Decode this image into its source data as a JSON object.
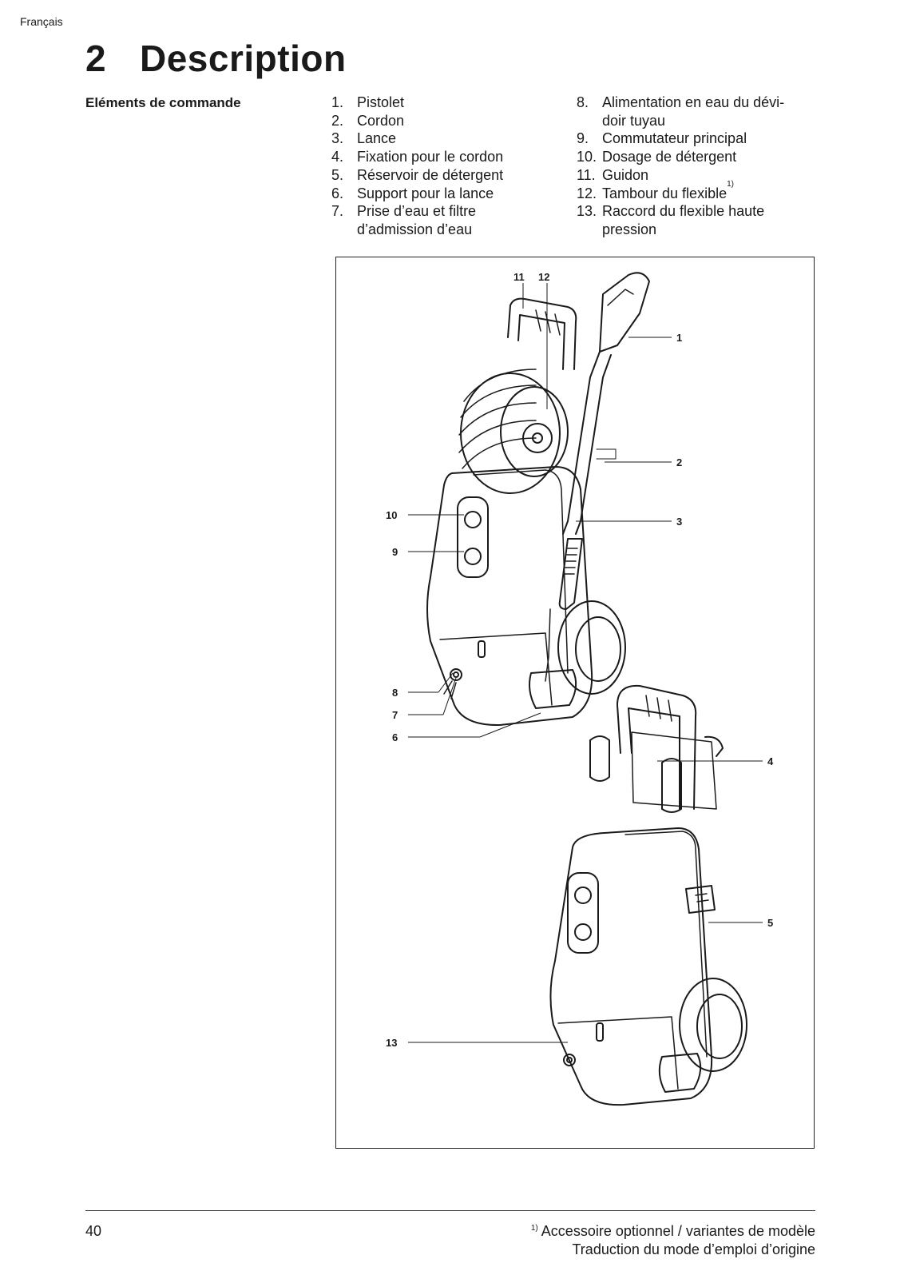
{
  "header": {
    "language": "Français",
    "section_number": "2",
    "section_title": "Description"
  },
  "controls": {
    "label": "Eléments de commande",
    "column1": [
      {
        "n": "1.",
        "text": "Pistolet"
      },
      {
        "n": "2.",
        "text": "Cordon"
      },
      {
        "n": "3.",
        "text": "Lance"
      },
      {
        "n": "4.",
        "text": "Fixation pour le cordon"
      },
      {
        "n": "5.",
        "text": "Réservoir de détergent"
      },
      {
        "n": "6.",
        "text": "Support pour la lance"
      },
      {
        "n": "7.",
        "text": "Prise d’eau et filtre"
      },
      {
        "n": "",
        "text": "d’admission d’eau"
      }
    ],
    "column2": [
      {
        "n": "8.",
        "text": "Alimentation en eau du dévi-"
      },
      {
        "n": "",
        "text": "doir tuyau"
      },
      {
        "n": "9.",
        "text": "Commutateur principal"
      },
      {
        "n": "10.",
        "text": "Dosage de détergent"
      },
      {
        "n": "11.",
        "text": "Guidon"
      },
      {
        "n": "12.",
        "text": "Tambour du flexible",
        "sup": "1)"
      },
      {
        "n": "13.",
        "text": "Raccord du flexible haute"
      },
      {
        "n": "",
        "text": "pression"
      }
    ]
  },
  "figure": {
    "callouts": [
      "11",
      "12",
      "1",
      "2",
      "10",
      "3",
      "9",
      "8",
      "7",
      "6",
      "4",
      "5",
      "13"
    ]
  },
  "footer": {
    "page_number": "40",
    "footnote_mark": "1)",
    "footnote_text": "Accessoire optionnel / variantes de modèle",
    "subtitle": "Traduction du mode d’emploi d’origine"
  }
}
